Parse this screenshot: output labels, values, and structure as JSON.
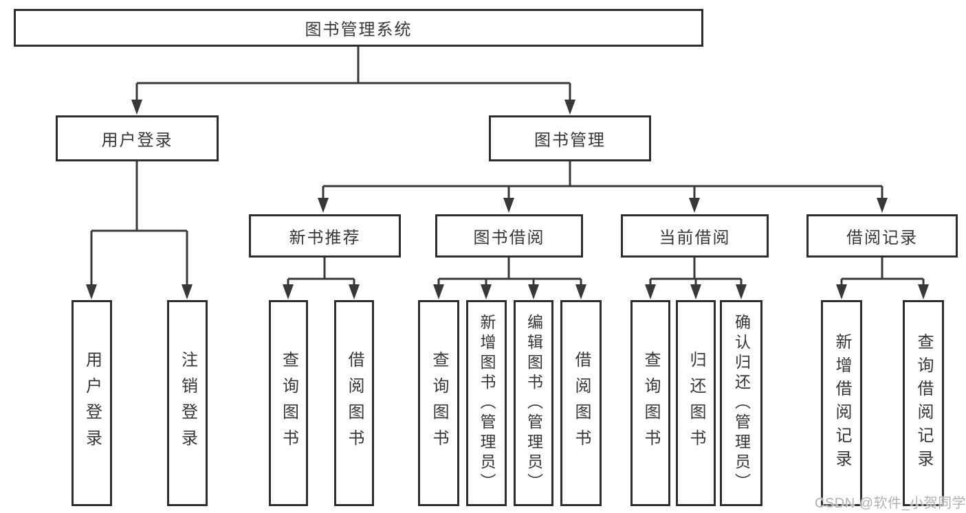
{
  "diagram": {
    "root": {
      "label": "图书管理系统"
    },
    "level2": [
      {
        "id": "user-login",
        "label": "用户登录"
      },
      {
        "id": "book-management",
        "label": "图书管理"
      }
    ],
    "level3": [
      {
        "id": "new-book-recommend",
        "label": "新书推荐"
      },
      {
        "id": "book-borrowing",
        "label": "图书借阅"
      },
      {
        "id": "current-borrowing",
        "label": "当前借阅"
      },
      {
        "id": "borrowing-records",
        "label": "借阅记录"
      }
    ],
    "leaves": {
      "user_login": [
        {
          "label": "用户登录"
        },
        {
          "label": "注销登录"
        }
      ],
      "new_book": [
        {
          "label": "查询图书"
        },
        {
          "label": "借阅图书"
        }
      ],
      "book_borrow": [
        {
          "label": "查询图书"
        },
        {
          "label": "新增图书（管理员）"
        },
        {
          "label": "编辑图书（管理员）"
        },
        {
          "label": "借阅图书"
        }
      ],
      "current_borrow": [
        {
          "label": "查询图书"
        },
        {
          "label": "归还图书"
        },
        {
          "label": "确认归还（管理员）"
        }
      ],
      "records": [
        {
          "label": "新增借阅记录"
        },
        {
          "label": "查询借阅记录"
        }
      ]
    }
  },
  "watermark": {
    "text": "CSDN @软件_小贺同学"
  },
  "colors": {
    "line": "#383838",
    "box_border": "#2d2d2d",
    "text": "#363636",
    "watermark": "#b2b2b2",
    "background": "#ffffff"
  }
}
